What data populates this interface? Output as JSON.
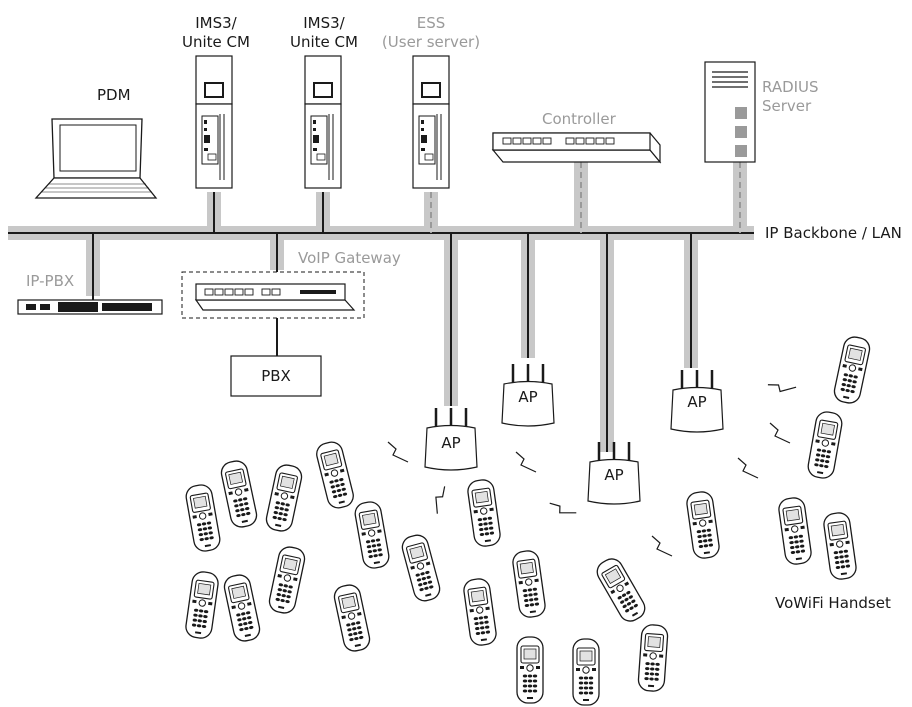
{
  "labels": {
    "pdm": "PDM",
    "ims3_a_line1": "IMS3/",
    "ims3_a_line2": "Unite CM",
    "ims3_b_line1": "IMS3/",
    "ims3_b_line2": "Unite CM",
    "ess_line1": "ESS",
    "ess_line2": "(User server)",
    "controller": "Controller",
    "radius_line1": "RADIUS",
    "radius_line2": "Server",
    "backbone": "IP Backbone / LAN",
    "ip_pbx": "IP-PBX",
    "voip_gateway": "VoIP Gateway",
    "pbx": "PBX",
    "ap": "AP",
    "handset": "VoWiFi Handset"
  },
  "colors": {
    "dark_text": "#1a1a1a",
    "grey_text": "#9a9a9a",
    "backbone_grey": "#c8c8c8",
    "line_dark": "#1a1a1a"
  },
  "legend_icons": [
    "laptop-icon",
    "server-icon",
    "switch-icon",
    "radius-server-icon",
    "gateway-icon",
    "ap-icon",
    "handset-icon",
    "wireless-signal-icon"
  ]
}
